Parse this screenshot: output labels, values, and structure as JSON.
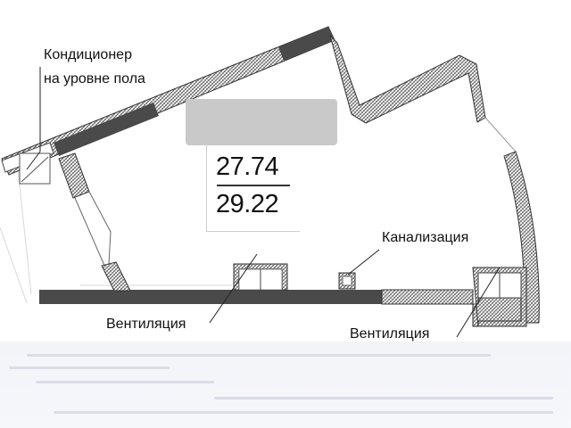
{
  "labels": {
    "ac": [
      "Кондиционер",
      "на уровне пола"
    ],
    "vent_left": "Вентиляция",
    "sewer": "Канализация",
    "vent_right": "Вентиляция"
  },
  "areas": {
    "living_area": "27.74",
    "total_area": "29.22"
  },
  "colors": {
    "wall_fill": "#ffffff",
    "wall_hatch": "#555555",
    "solid_wall": "#4a4a4a",
    "blur_box": "#c9c9c9"
  }
}
